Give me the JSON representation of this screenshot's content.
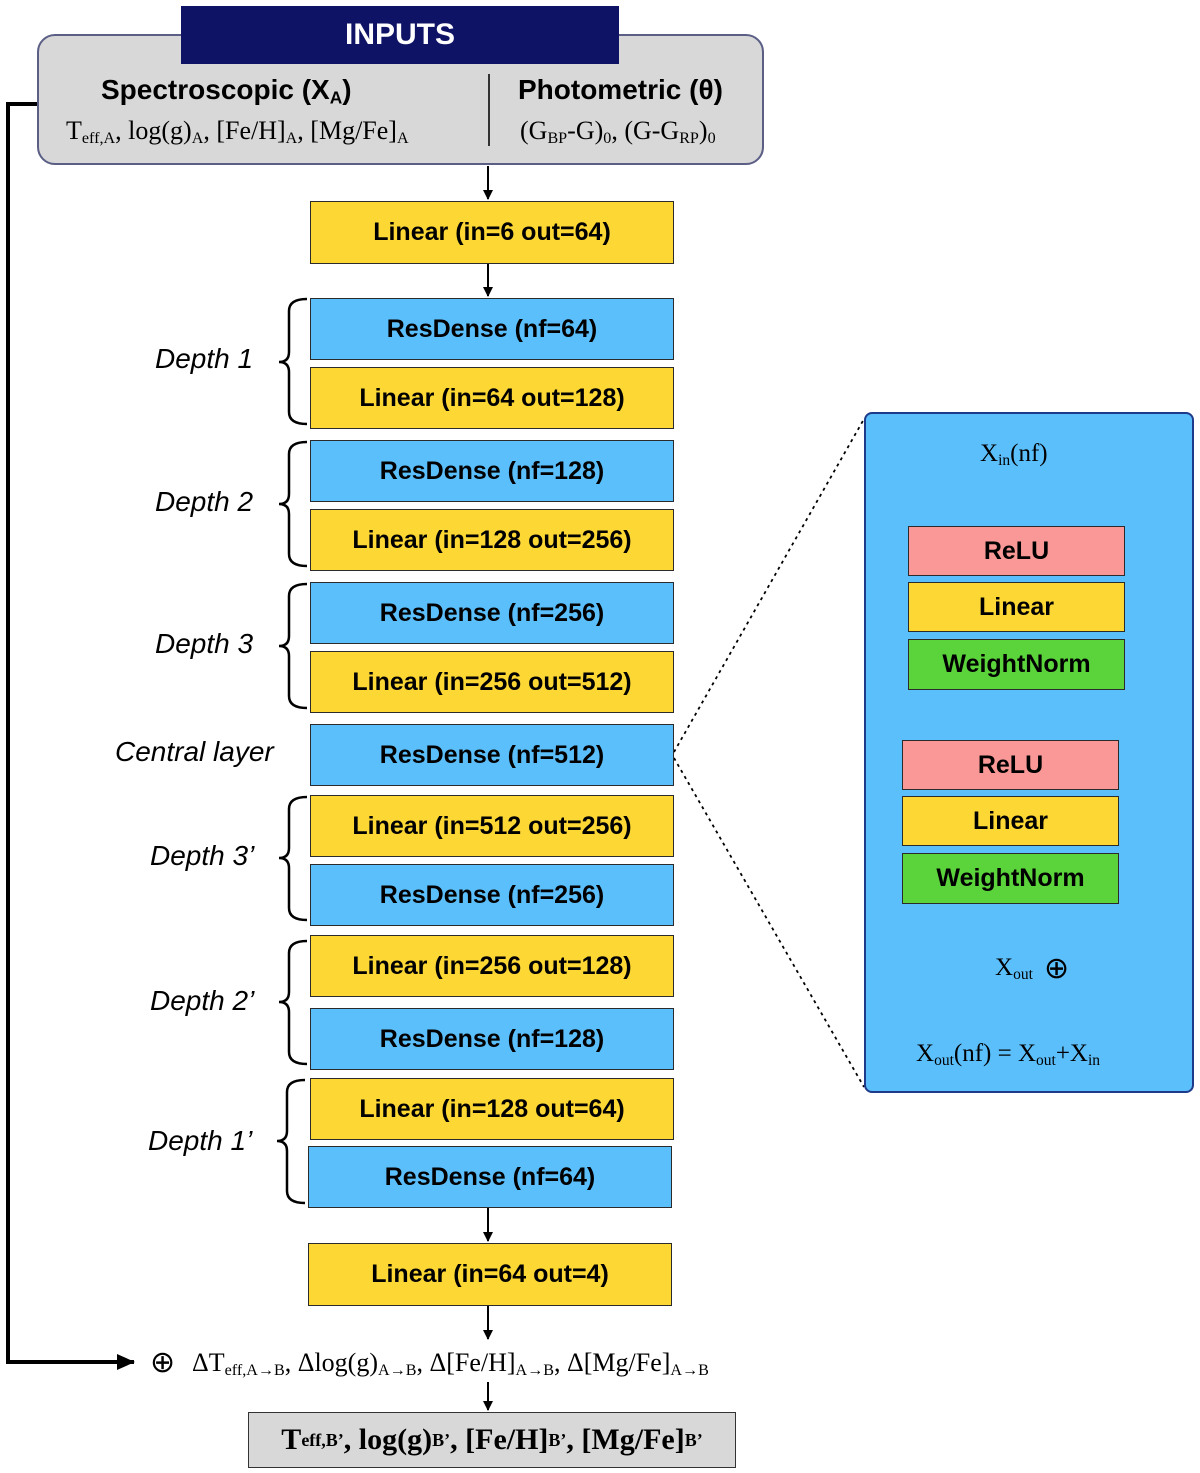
{
  "inputs": {
    "title": "INPUTS",
    "spectroscopic_heading": "Spectroscopic (X",
    "spectroscopic_sub": "A",
    "spectroscopic_close": ")",
    "photometric_heading": "Photometric (θ)"
  },
  "layers": {
    "in_linear": "Linear (in=6 out=64)",
    "d1_res": "ResDense (nf=64)",
    "d1_lin": "Linear (in=64 out=128)",
    "d2_res": "ResDense (nf=128)",
    "d2_lin": "Linear (in=128 out=256)",
    "d3_res": "ResDense (nf=256)",
    "d3_lin": "Linear (in=256 out=512)",
    "central_res": "ResDense (nf=512)",
    "d3p_lin": "Linear (in=512 out=256)",
    "d3p_res": "ResDense (nf=256)",
    "d2p_lin": "Linear (in=256 out=128)",
    "d2p_res": "ResDense (nf=128)",
    "d1p_lin": "Linear (in=128 out=64)",
    "d1p_res": "ResDense (nf=64)",
    "out_linear": "Linear (in=64 out=4)"
  },
  "depth_labels": {
    "d1": "Depth 1",
    "d2": "Depth 2",
    "d3": "Depth 3",
    "central": "Central layer",
    "d3p": "Depth 3’",
    "d2p": "Depth 2’",
    "d1p": "Depth 1’"
  },
  "resdense_detail": {
    "relu_1": "ReLU",
    "linear_1": "Linear",
    "weightnorm_1": "WeightNorm",
    "relu_2": "ReLU",
    "linear_2": "Linear",
    "weightnorm_2": "WeightNorm",
    "plus_symbol": "⊕"
  },
  "combine": {
    "plus_symbol": "⊕"
  },
  "colors": {
    "linear": "#fdd835",
    "resdense": "#5bbffc",
    "relu": "#f99896",
    "weightnorm": "#5bd43c",
    "inputs_header": "#0e1366",
    "panel_gray": "#d8d8d8"
  }
}
